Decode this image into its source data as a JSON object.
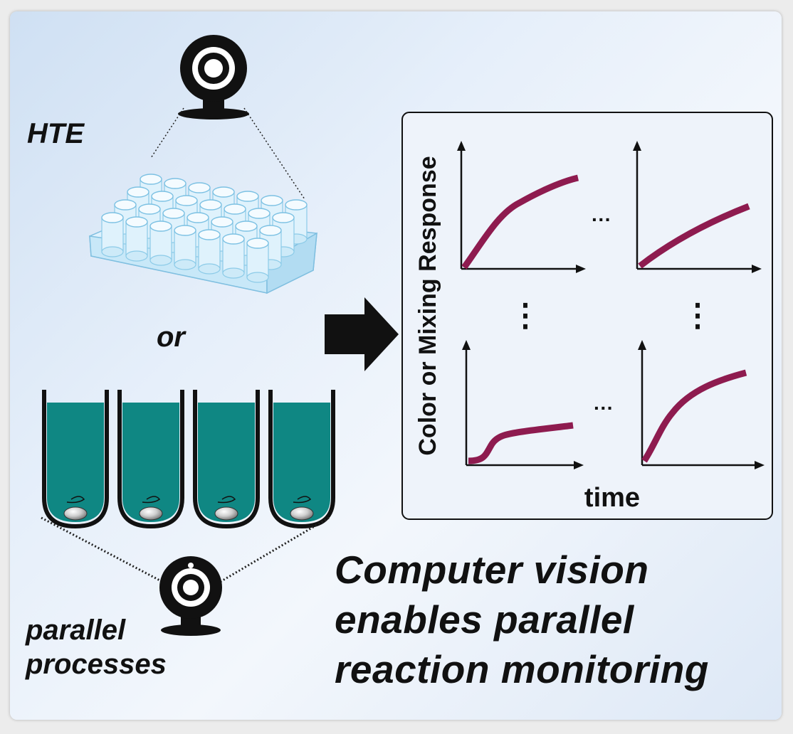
{
  "labels": {
    "hte": "HTE",
    "or": "or",
    "parallel_line1": "parallel",
    "parallel_line2": "processes"
  },
  "graph_panel": {
    "ylabel": "Color or Mixing Response",
    "xlabel": "time",
    "ellipsis_h": "···",
    "ellipsis_v": "⋮"
  },
  "tagline": {
    "line1": "Computer vision",
    "line2": "enables parallel",
    "line3": "reaction monitoring"
  },
  "colors": {
    "curve": "#8e1b4f",
    "vial_liquid": "#0f8783",
    "panel_bg": "#e6effa",
    "ink": "#111111"
  },
  "icons": [
    "webcam-icon",
    "well-plate",
    "reaction-vial",
    "stir-bar",
    "right-arrow-icon"
  ]
}
